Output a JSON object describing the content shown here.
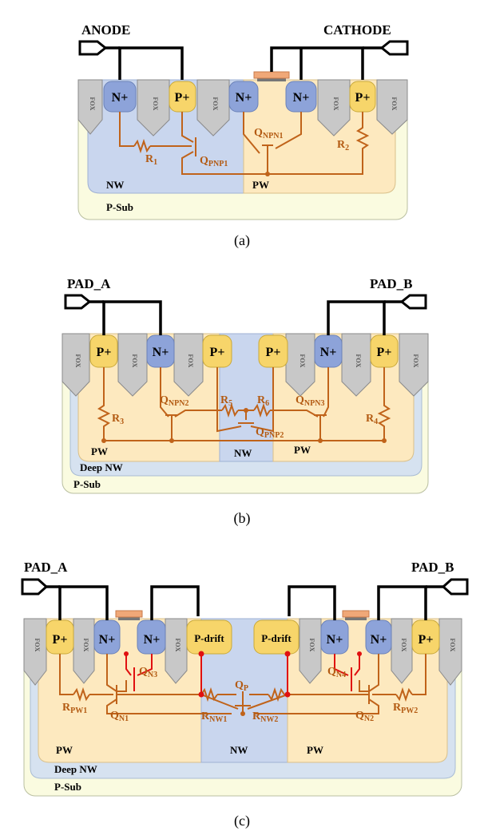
{
  "panel_a": {
    "anode": "ANODE",
    "cathode": "CATHODE",
    "regions": {
      "nw": "NW",
      "pw": "PW",
      "psub": "P-Sub"
    },
    "fox": "FOX",
    "n_plus": "N+",
    "p_plus": "P+",
    "r1_main": "R",
    "r1_sub": "1",
    "r2_main": "R",
    "r2_sub": "2",
    "qpnp1_main": "Q",
    "qpnp1_sub": "PNP1",
    "qnpn1_main": "Q",
    "qnpn1_sub": "NPN1",
    "caption": "(a)"
  },
  "panel_b": {
    "pad_a": "PAD_A",
    "pad_b": "PAD_B",
    "regions": {
      "pw": "PW",
      "nw": "NW",
      "deep_nw": "Deep NW",
      "psub": "P-Sub"
    },
    "fox": "FOX",
    "n_plus": "N+",
    "p_plus": "P+",
    "r3_main": "R",
    "r3_sub": "3",
    "r4_main": "R",
    "r4_sub": "4",
    "r5_main": "R",
    "r5_sub": "5",
    "r6_main": "R",
    "r6_sub": "6",
    "qnpn2_main": "Q",
    "qnpn2_sub": "NPN2",
    "qnpn3_main": "Q",
    "qnpn3_sub": "NPN3",
    "qpnp2_main": "Q",
    "qpnp2_sub": "PNP2",
    "caption": "(b)"
  },
  "panel_c": {
    "pad_a": "PAD_A",
    "pad_b": "PAD_B",
    "regions": {
      "pw": "PW",
      "nw": "NW",
      "deep_nw": "Deep NW",
      "psub": "P-Sub"
    },
    "fox": "FOX",
    "n_plus": "N+",
    "p_plus": "P+",
    "p_drift": "P-drift",
    "rpw1_main": "R",
    "rpw1_sub": "PW1",
    "rpw2_main": "R",
    "rpw2_sub": "PW2",
    "rnw1_main": "R",
    "rnw1_sub": "NW1",
    "rnw2_main": "R",
    "rnw2_sub": "NW2",
    "qn1_main": "Q",
    "qn1_sub": "N1",
    "qn2_main": "Q",
    "qn2_sub": "N2",
    "qn3_main": "Q",
    "qn3_sub": "N3",
    "qn4_main": "Q",
    "qn4_sub": "N4",
    "qp_main": "Q",
    "qp_sub": "P",
    "caption": "(c)"
  },
  "colors": {
    "n_plus": "#8da3d9",
    "p_plus": "#f7d56a",
    "nw": "#c9d6ee",
    "pw": "#fde9bf",
    "deep_nw": "#d6e2f0",
    "psub": "#fafbe0",
    "fox": "#c8c8c8",
    "circuit": "#c0631a",
    "parasitic_red": "#e01010",
    "gate": "#f0a878"
  }
}
